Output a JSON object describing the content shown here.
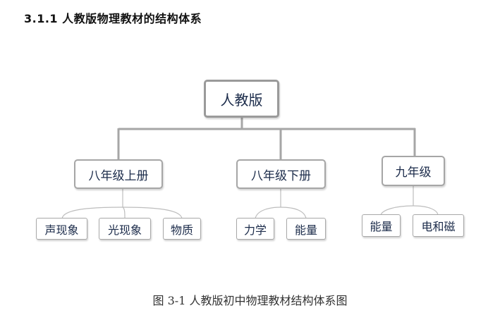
{
  "section_title": "3.1.1 人教版物理教材的结构体系",
  "tree": {
    "root": "人教版",
    "children": [
      {
        "label": "八年级上册",
        "children": [
          "声现象",
          "光现象",
          "物质"
        ]
      },
      {
        "label": "八年级下册",
        "children": [
          "力学",
          "能量"
        ]
      },
      {
        "label": "九年级",
        "children": [
          "能量",
          "电和磁"
        ]
      }
    ]
  },
  "caption": "图 3-1  人教版初中物理教材结构体系图",
  "colors": {
    "node_border": "#a6a6a6",
    "connector": "#a6a6a6",
    "leaf_connector": "#bdbdbd",
    "node_text": "#1b2b4a"
  }
}
